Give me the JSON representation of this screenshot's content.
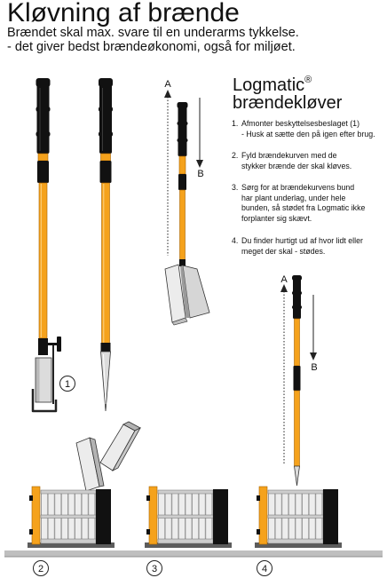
{
  "title": "Kløvning af brænde",
  "subtitle": {
    "line1": "Brændet skal max. svare til en underarms tykkelse.",
    "line2": "- det giver bedst brændeøkonomi, også for miljøet."
  },
  "product": {
    "name": "Logmatic",
    "registered_mark": "®",
    "type": "brændekløver"
  },
  "steps": [
    {
      "number": "1.",
      "lines": [
        "Afmonter beskyttelsesbeslaget (1)",
        "- Husk at sætte den på igen efter brug."
      ]
    },
    {
      "number": "2.",
      "lines": [
        "Fyld brændekurven med de",
        "stykker brænde der skal kløves."
      ]
    },
    {
      "number": "3.",
      "lines": [
        "Sørg for at brændekurvens bund",
        "har plant underlag, under hele",
        "bunden, så stødet fra Logmatic ikke",
        "forplanter sig skævt."
      ]
    },
    {
      "number": "4.",
      "lines": [
        "Du finder hurtigt ud af hvor lidt eller",
        "meget der skal - stødes."
      ]
    }
  ],
  "labels": {
    "up_arrow": "A",
    "down_arrow": "B"
  },
  "figure_numbers": [
    "1",
    "2",
    "3",
    "4"
  ],
  "colors": {
    "brand_orange": "#f5a21c",
    "handle_black": "#111111",
    "steel": "#dcdcdc"
  }
}
